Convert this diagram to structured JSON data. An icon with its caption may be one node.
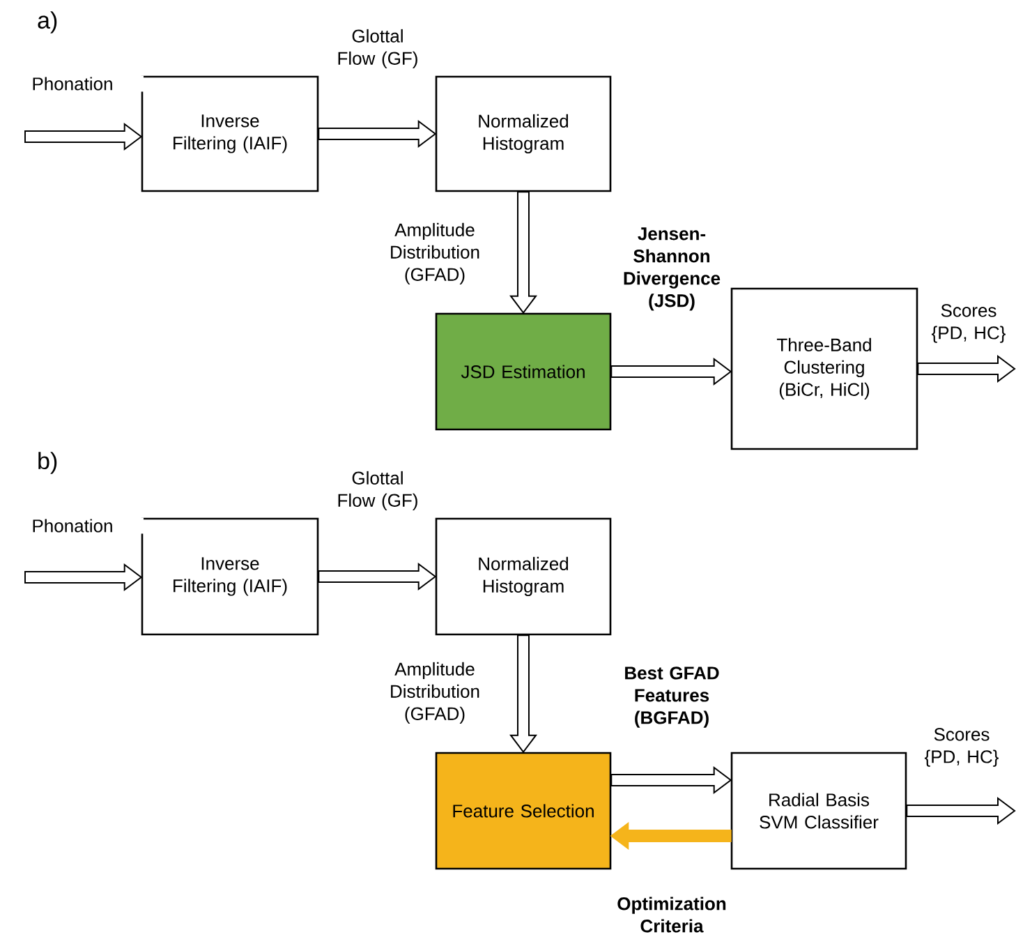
{
  "diagram": {
    "nodes": [
      {
        "text": [
          "Inverse Filtering (IAIF)"
        ]
      },
      {
        "text": [
          "Normalized Histogram"
        ]
      },
      {
        "text": [
          "JSD Estimation"
        ]
      },
      {
        "text": [
          "Three-Band Clustering (BiCr, HiCl)"
        ]
      },
      {
        "text": [
          "Inverse Filtering (IAIF)"
        ]
      },
      {
        "text": [
          "Normalized Histogram"
        ]
      },
      {
        "text": [
          "Feature Selection"
        ]
      },
      {
        "text": [
          "Radial Basis SVM Classifier"
        ]
      }
    ],
    "edges": [
      {
        "from": null,
        "to": 0,
        "arrow": "to",
        "label": "Phonation"
      },
      {
        "from": 0,
        "to": 1,
        "arrow": "to",
        "label": "Glottal Flow (GF)"
      },
      {
        "from": 1,
        "to": 2,
        "arrow": "to",
        "label": "Amplitude Distribution (GFAD)"
      },
      {
        "from": 2,
        "to": 3,
        "arrow": "to",
        "label": "Jensen-Shannon Divergence (JSD)"
      },
      {
        "from": 3,
        "to": null,
        "arrow": "to",
        "label": "Scores {PD, HC}"
      },
      {
        "from": null,
        "to": 4,
        "arrow": "to",
        "label": "Phonation"
      },
      {
        "from": 4,
        "to": 5,
        "arrow": "to",
        "label": "Glottal Flow (GF)"
      },
      {
        "from": 5,
        "to": 6,
        "arrow": "to",
        "label": "Amplitude Distribution (GFAD)"
      },
      {
        "from": 6,
        "to": 7,
        "arrow": "to",
        "label": "Best GFAD Features (BGFAD)"
      },
      {
        "from": 7,
        "to": 6,
        "arrow": "to",
        "label": "Optimization Criteria",
        "color": "#f5b41b"
      },
      {
        "from": 7,
        "to": null,
        "arrow": "to",
        "label": "Scores {PD, HC}"
      }
    ],
    "labels": [
      "a)",
      "b)"
    ]
  }
}
